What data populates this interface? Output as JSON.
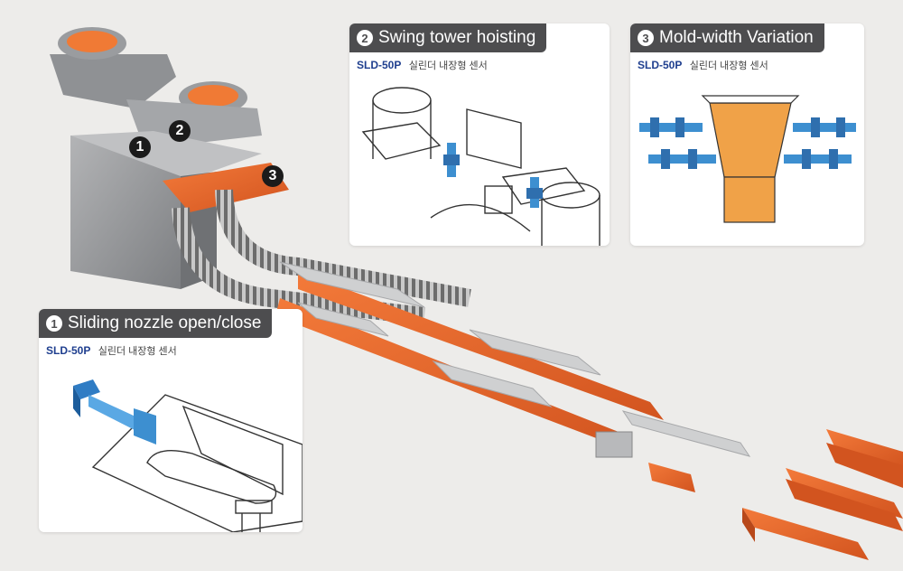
{
  "callouts": {
    "one": "1",
    "two": "2",
    "three": "3"
  },
  "panels": {
    "sliding_nozzle": {
      "number": "1",
      "title": "Sliding nozzle open/close",
      "model": "SLD-50P",
      "description": "실린더 내장형 센서"
    },
    "swing_tower": {
      "number": "2",
      "title": "Swing tower hoisting",
      "model": "SLD-50P",
      "description": "실린더 내장형 센서"
    },
    "mold_width": {
      "number": "3",
      "title": "Mold-width Variation",
      "model": "SLD-50P",
      "description": "실린더 내장형 센서"
    }
  },
  "colors": {
    "header_bg": "#4d4d4f",
    "model_text": "#1f3f8f",
    "steel_orange": "#e8622a",
    "cylinder_blue": "#3d8fd0",
    "background": "#edecea"
  }
}
